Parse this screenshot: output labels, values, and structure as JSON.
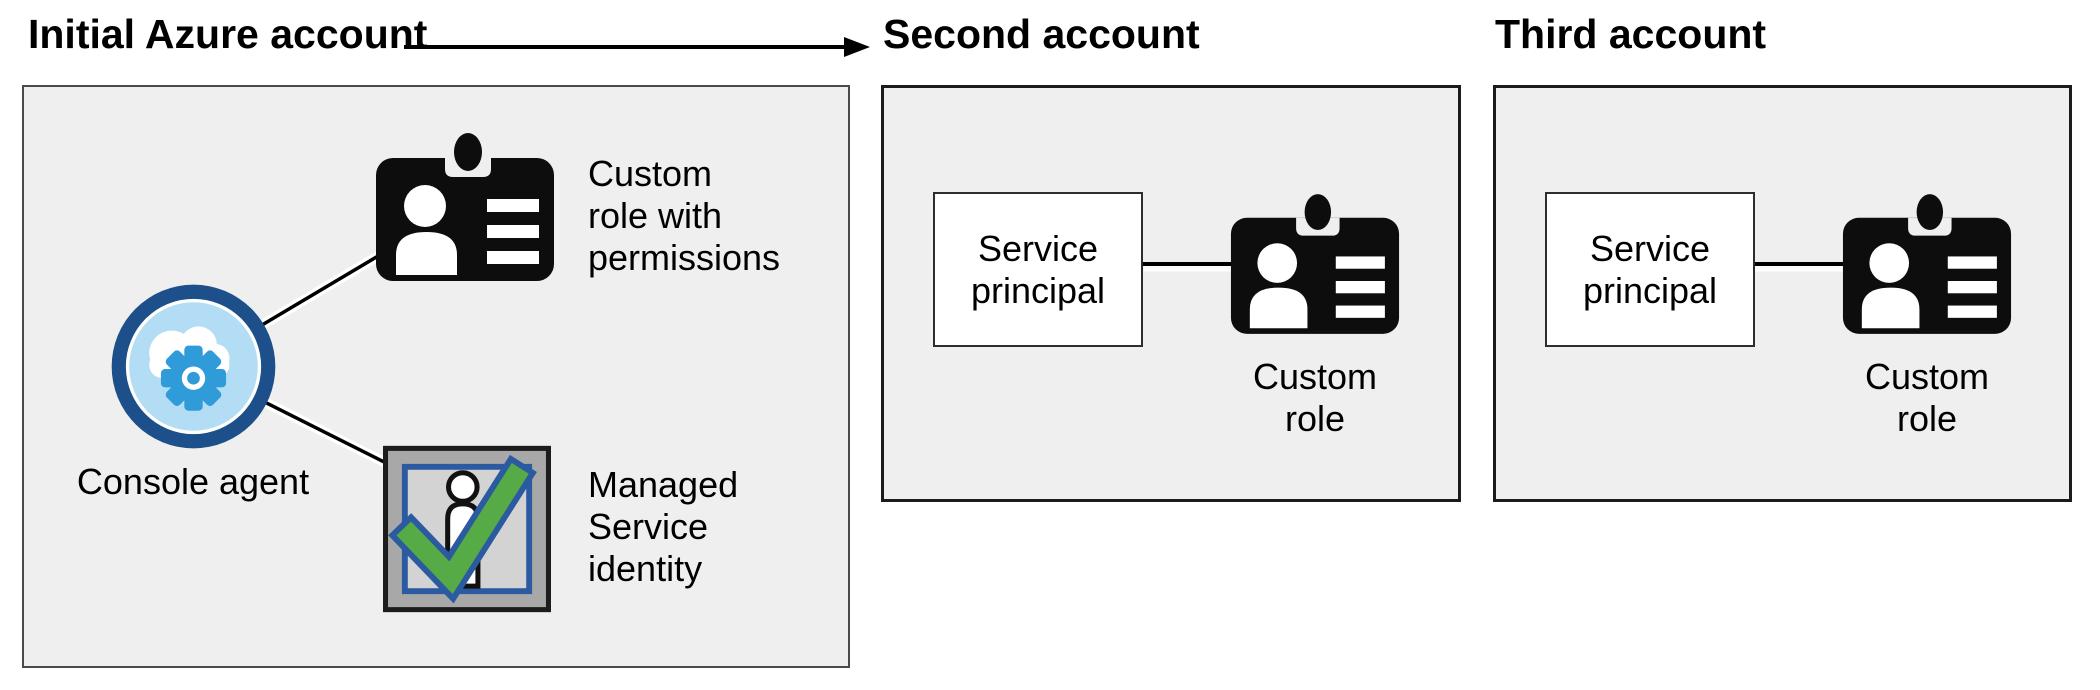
{
  "diagram": {
    "colors": {
      "account_box_bg": "#efefef",
      "initial_box_border": "#4a4a4a",
      "account_box_border": "#1b1b1b",
      "badge_black": "#0d0d0d",
      "agent_ring_blue": "#1d4f8b",
      "agent_fill_lightblue": "#b3ddf4",
      "agent_gear_blue": "#2f9bd8",
      "msi_frame_gray": "#a8a8a8",
      "msi_inner_gray": "#d3d3d3",
      "msi_border_blue": "#2c5aa0",
      "msi_check_green": "#57ab46",
      "connector_black": "#000000"
    },
    "icon_names": {
      "console_agent": "cloud-gear-icon",
      "custom_role": "id-badge-icon",
      "managed_service_identity": "person-check-icon",
      "flow": "right-arrow"
    },
    "accounts": [
      {
        "title": "Initial Azure account",
        "labels": {
          "console_agent": "Console agent",
          "custom_role": "Custom\nrole with\npermissions",
          "msi": "Managed\nService\nidentity"
        }
      },
      {
        "title": "Second account",
        "labels": {
          "service_principal": "Service\nprincipal",
          "custom_role": "Custom\nrole"
        }
      },
      {
        "title": "Third account",
        "labels": {
          "service_principal": "Service\nprincipal",
          "custom_role": "Custom\nrole"
        }
      }
    ]
  }
}
